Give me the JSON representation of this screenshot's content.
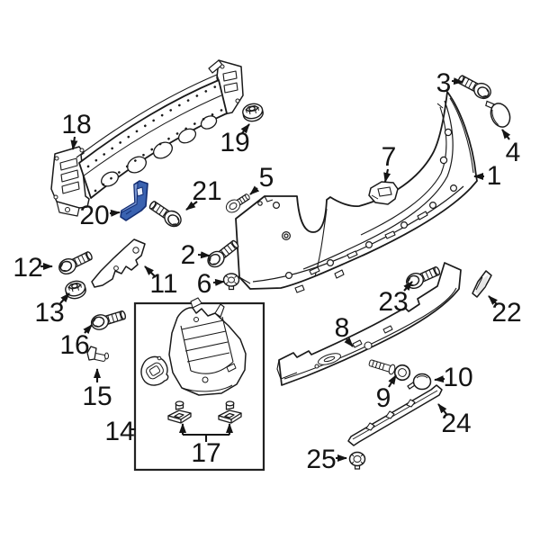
{
  "diagram": {
    "type": "exploded-parts-diagram",
    "subject": "rear-bumper-assembly",
    "background": "#ffffff",
    "line_color": "#1a1a1a",
    "label_color": "#141414",
    "highlight_color": "#3a62b0",
    "highlight_stroke": "#132d72",
    "callout_count": 25,
    "callouts": [
      {
        "num": "1",
        "part": "bumper-cover"
      },
      {
        "num": "2",
        "part": "bolt"
      },
      {
        "num": "3",
        "part": "bolt"
      },
      {
        "num": "4",
        "part": "grommet"
      },
      {
        "num": "5",
        "part": "push-pin"
      },
      {
        "num": "6",
        "part": "plastic-nut"
      },
      {
        "num": "7",
        "part": "retainer-bracket"
      },
      {
        "num": "8",
        "part": "lower-valance"
      },
      {
        "num": "9",
        "part": "hook-bolt"
      },
      {
        "num": "10",
        "part": "access-cap"
      },
      {
        "num": "11",
        "part": "side-bracket"
      },
      {
        "num": "12",
        "part": "bolt"
      },
      {
        "num": "13",
        "part": "flange-nut"
      },
      {
        "num": "14",
        "part": "splash-shield-kit"
      },
      {
        "num": "15",
        "part": "clip"
      },
      {
        "num": "16",
        "part": "bolt"
      },
      {
        "num": "17",
        "part": "push-clips"
      },
      {
        "num": "18",
        "part": "impact-bar"
      },
      {
        "num": "19",
        "part": "flange-nut"
      },
      {
        "num": "20",
        "part": "mounting-bracket-selected"
      },
      {
        "num": "21",
        "part": "bolt"
      },
      {
        "num": "22",
        "part": "side-molding"
      },
      {
        "num": "23",
        "part": "bolt"
      },
      {
        "num": "24",
        "part": "lower-trim-strip"
      },
      {
        "num": "25",
        "part": "plastic-nut"
      }
    ]
  }
}
